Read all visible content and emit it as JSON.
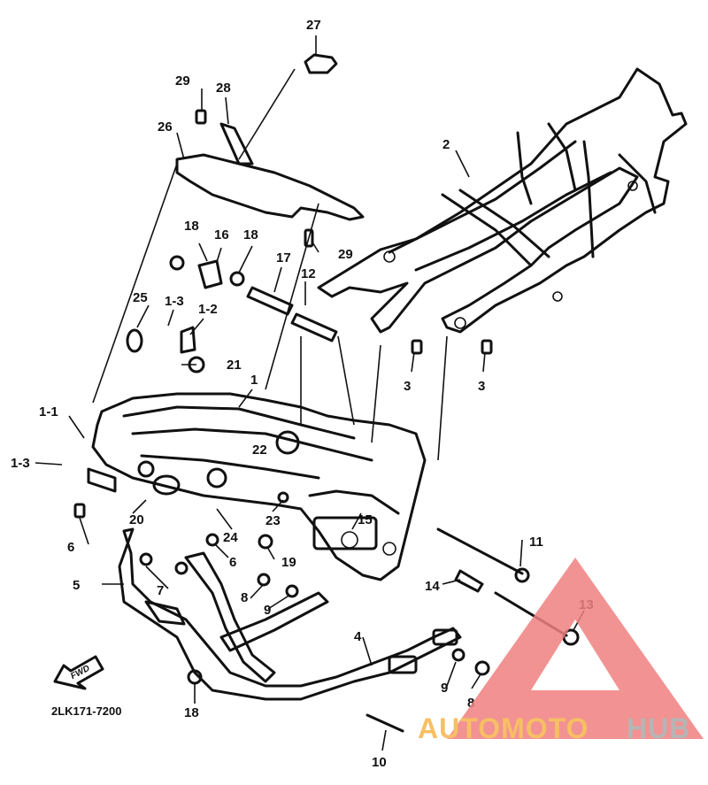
{
  "diagram": {
    "part_code": "2LK171-7200",
    "fwd_label": "FWD",
    "labels": [
      {
        "id": "27",
        "text": "27"
      },
      {
        "id": "29a",
        "text": "29"
      },
      {
        "id": "28",
        "text": "28"
      },
      {
        "id": "26",
        "text": "26"
      },
      {
        "id": "2",
        "text": "2"
      },
      {
        "id": "18a",
        "text": "18"
      },
      {
        "id": "16",
        "text": "16"
      },
      {
        "id": "18b",
        "text": "18"
      },
      {
        "id": "29b",
        "text": "29"
      },
      {
        "id": "17",
        "text": "17"
      },
      {
        "id": "12",
        "text": "12"
      },
      {
        "id": "25",
        "text": "25"
      },
      {
        "id": "1-3a",
        "text": "1-3"
      },
      {
        "id": "1-2",
        "text": "1-2"
      },
      {
        "id": "21",
        "text": "21"
      },
      {
        "id": "1",
        "text": "1"
      },
      {
        "id": "3a",
        "text": "3"
      },
      {
        "id": "3b",
        "text": "3"
      },
      {
        "id": "1-1",
        "text": "1-1"
      },
      {
        "id": "1-3b",
        "text": "1-3"
      },
      {
        "id": "22",
        "text": "22"
      },
      {
        "id": "15",
        "text": "15"
      },
      {
        "id": "23",
        "text": "23"
      },
      {
        "id": "20",
        "text": "20"
      },
      {
        "id": "24",
        "text": "24"
      },
      {
        "id": "6a",
        "text": "6"
      },
      {
        "id": "6b",
        "text": "6"
      },
      {
        "id": "19",
        "text": "19"
      },
      {
        "id": "11",
        "text": "11"
      },
      {
        "id": "5",
        "text": "5"
      },
      {
        "id": "7",
        "text": "7"
      },
      {
        "id": "8a",
        "text": "8"
      },
      {
        "id": "9a",
        "text": "9"
      },
      {
        "id": "14",
        "text": "14"
      },
      {
        "id": "13",
        "text": "13"
      },
      {
        "id": "4",
        "text": "4"
      },
      {
        "id": "9b",
        "text": "9"
      },
      {
        "id": "8b",
        "text": "8"
      },
      {
        "id": "18c",
        "text": "18"
      },
      {
        "id": "10",
        "text": "10"
      }
    ]
  },
  "watermark": {
    "part1": "AUTOMOTO",
    "part2": "HUB",
    "color1": "#f6b44a",
    "color2": "#a9a9a9",
    "triangle_color": "#f08080"
  }
}
